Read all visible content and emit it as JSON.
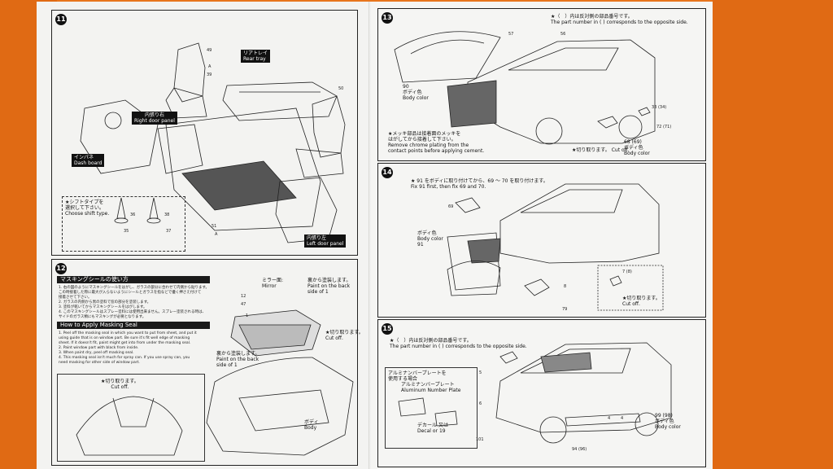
{
  "steps": {
    "s11": "11",
    "s12": "12",
    "s13": "13",
    "s14": "14",
    "s15": "15"
  },
  "step11": {
    "rear_tray_jp": "リアトレイ",
    "rear_tray_en": "Rear tray",
    "right_door_jp": "内張り右",
    "right_door_en": "Right door panel",
    "dash_jp": "インパネ",
    "dash_en": "Dash board",
    "left_door_jp": "内張り左",
    "left_door_en": "Left door panel",
    "shift_note_1": "★シフトタイプを",
    "shift_note_2": "選択して下さい。",
    "shift_note_3": "Choose shift type.",
    "parts": [
      "49",
      "A",
      "39",
      "50",
      "36",
      "35",
      "38",
      "37",
      "51",
      "A"
    ]
  },
  "step12": {
    "header_jp": "マスキングシールの使い方",
    "jp_lines": [
      "1. 右の図のようにマスキングシールをはがし、ガラスの部分に合わせて内側から貼ります。",
      "   この時接着した際に最大が入らないようにシールとガラスを指などで優く押さえ付けて",
      "   接着させて下さい。",
      "2. ガラスの内側から黒の塗料で窓の部分を塗装します。",
      "3. 塗料が乾いてからマスキングシールをはがします。",
      "4. このマスキングシールはスプレー塗料には使用出来ません。スプレー塗装される時は、",
      "   サイドのガラス類にもマスキングが必要となります。"
    ],
    "how_header": "How to Apply Masking Seal",
    "en_lines": [
      "1. Peel off the masking seal in which you want to put from sheet, and put it",
      "   using guide that is on window part. Be sure it's fit well edge of masking",
      "   sheet. If it doesn't fit, paint might get into from under the masking seal.",
      "2. Paint window part with black from inside.",
      "3. When paint dry, peel off masking seal.",
      "4. This masking seal isn't much for spray can. If you use spray can, you",
      "   need masking for other side of window part."
    ],
    "mirror_jp": "ミラー面:",
    "mirror_en": "Mirror",
    "paint_back_jp": "裏から塗装します。",
    "paint_back_en1": "Paint on the back",
    "paint_back_en2": "side of",
    "cutoff_jp": "★切り取ります。",
    "cutoff_en": "Cut off.",
    "body_jp": "ボディ",
    "body_en": "Body",
    "parts": [
      "12",
      "47",
      "1",
      "1",
      "1"
    ]
  },
  "step13": {
    "note_jp": "★（　）内は反対側の部品番号です。",
    "note_en": "The part number in (   ) corresponds to the opposite side.",
    "body_color_jp": "ボディ色",
    "body_color_en": "Body color",
    "chrome_1": "★メッキ部品は接着面のメッキを",
    "chrome_2": "はがしてから接着して下さい。",
    "chrome_3": "Remove chrome plating from the",
    "chrome_4": "contact points before applying cement.",
    "cutoff_jp": "★切り取ります。",
    "cutoff_en": "Cut off.",
    "parts": [
      "57",
      "56",
      "90",
      "33",
      "34",
      "72",
      "71",
      "68",
      "69"
    ]
  },
  "step14": {
    "note_jp": "★ 91 をボディに取り付けてから、69 ～ 70 を取り付けます。",
    "note_en": "Fix 91 first, then fix 69 and 70.",
    "body_color_jp": "ボディ色",
    "body_color_en": "Body color",
    "cutoff_jp": "★切り取ります。",
    "cutoff_en": "Cut off.",
    "parts": [
      "69",
      "91",
      "7",
      "8",
      "8",
      "79"
    ]
  },
  "step15": {
    "note_jp": "★（　）内は反対側の部品番号です。",
    "note_en": "The part number in (   ) corresponds to the opposite side.",
    "alu_1": "アルミナンバープレートを",
    "alu_2": "使用する場合",
    "alu_3": "アルミナンバープレート",
    "alu_4": "Aluminum Number Plate",
    "decal_jp": "デカール",
    "decal_en": "Decal",
    "or_jp": "又は",
    "or_en": "or",
    "body_color_jp": "ボディ色",
    "body_color_en": "Body color",
    "parts": [
      "5",
      "6",
      "4",
      "4",
      "99",
      "98",
      "94",
      "96",
      "101",
      "19"
    ]
  }
}
